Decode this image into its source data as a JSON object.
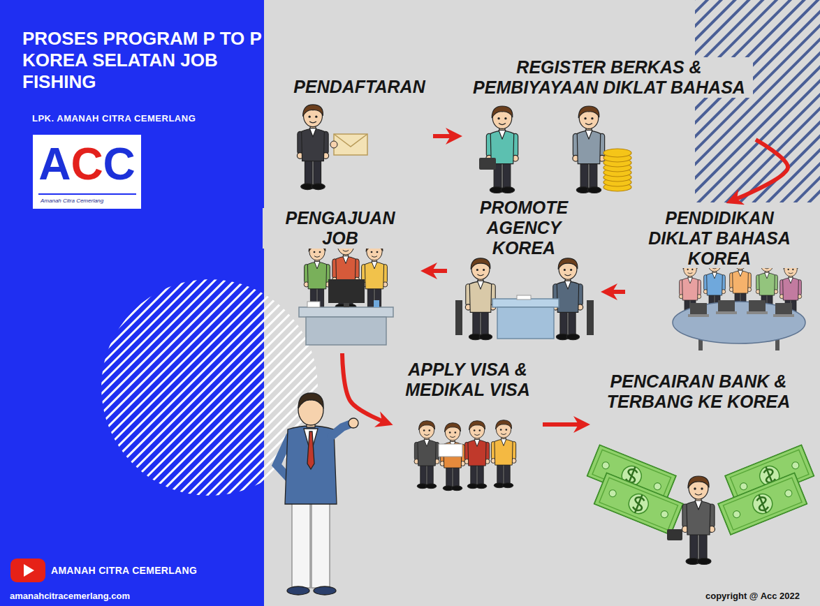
{
  "diagram": {
    "title": "PROSES PROGRAM P TO P KOREA SELATAN JOB FISHING",
    "nodes": [
      {
        "text": [
          "PENDAFTARAN"
        ]
      },
      {
        "text": [
          "REGISTER BERKAS & PEMBIYAYAAN DIKLAT BAHASA"
        ]
      },
      {
        "text": [
          "PENDIDIKAN DIKLAT BAHASA KOREA"
        ]
      },
      {
        "text": [
          "PROMOTE AGENCY KOREA"
        ]
      },
      {
        "text": [
          "PENGAJUAN JOB"
        ]
      },
      {
        "text": [
          "APPLY VISA & MEDIKAL VISA"
        ]
      },
      {
        "text": [
          "PENCAIRAN BANK & TERBANG KE KOREA"
        ]
      }
    ],
    "edges": [
      {
        "from": 0,
        "to": 1,
        "arrow": "to"
      },
      {
        "from": 1,
        "to": 2,
        "arrow": "to"
      },
      {
        "from": 2,
        "to": 3,
        "arrow": "to"
      },
      {
        "from": 3,
        "to": 4,
        "arrow": "to"
      },
      {
        "from": 4,
        "to": 5,
        "arrow": "to"
      },
      {
        "from": 5,
        "to": 6,
        "arrow": "to"
      }
    ],
    "labels": [
      "LPK. AMANAH CITRA CEMERLANG",
      "ACC",
      "Amanah Citra Cemerlang",
      "AMANAH CITRA CEMERLANG",
      "amanahcitracemerlang.com",
      "copyright @ Acc 2022"
    ]
  }
}
